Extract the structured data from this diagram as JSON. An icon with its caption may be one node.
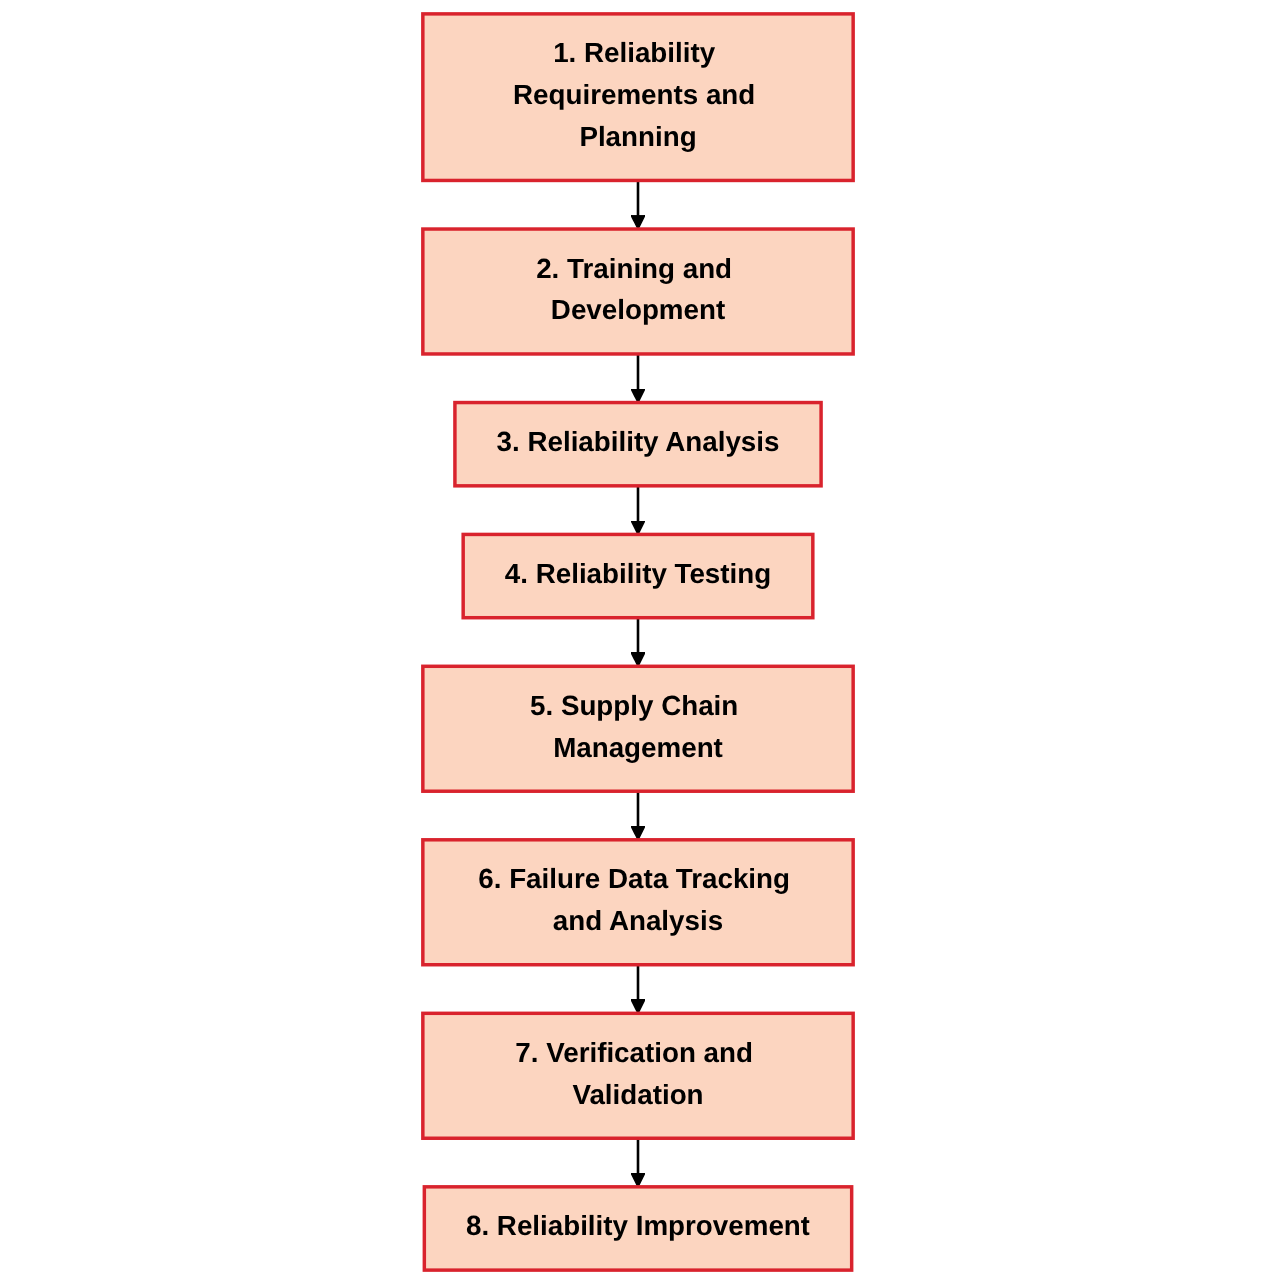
{
  "diagram": {
    "nodes": [
      {
        "text": [
          "1. Reliability Requirements and Planning"
        ]
      },
      {
        "text": [
          "2. Training and Development"
        ]
      },
      {
        "text": [
          "3. Reliability Analysis"
        ]
      },
      {
        "text": [
          "4. Reliability Testing"
        ]
      },
      {
        "text": [
          "5. Supply Chain Management"
        ]
      },
      {
        "text": [
          "6. Failure Data Tracking and Analysis"
        ]
      },
      {
        "text": [
          "7. Verification and Validation"
        ]
      },
      {
        "text": [
          "8. Reliability Improvement"
        ]
      }
    ],
    "edges": [
      {
        "from": 0,
        "to": 1,
        "arrow": "to"
      },
      {
        "from": 1,
        "to": 2,
        "arrow": "to"
      },
      {
        "from": 2,
        "to": 3,
        "arrow": "to"
      },
      {
        "from": 3,
        "to": 4,
        "arrow": "to"
      },
      {
        "from": 4,
        "to": 5,
        "arrow": "to"
      },
      {
        "from": 5,
        "to": 6,
        "arrow": "to"
      },
      {
        "from": 6,
        "to": 7,
        "arrow": "to"
      }
    ]
  }
}
